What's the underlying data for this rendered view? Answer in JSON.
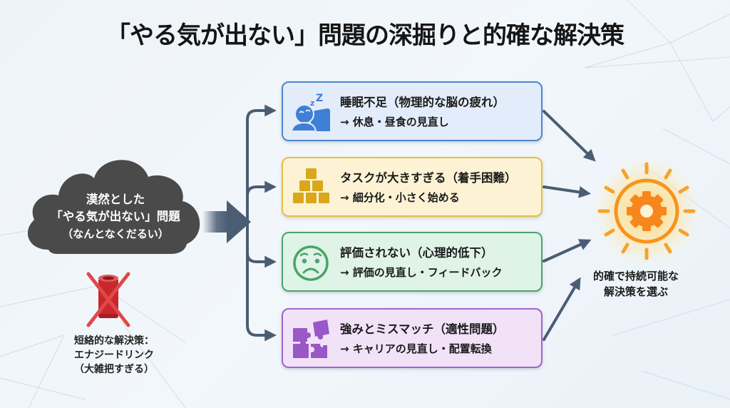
{
  "title": "「やる気が出ない」問題の深掘りと的確な解決策",
  "colors": {
    "arrow": "#4b5d73",
    "cloud": "#4a4a4a",
    "sun": "#f7a229",
    "can_red": "#c8282c",
    "cross_red": "#e0484a"
  },
  "problem": {
    "icon": "cloud-icon",
    "line1": "漠然とした",
    "line2": "「やる気が出ない」問題",
    "line3": "（なんとなくだるい）"
  },
  "short_term": {
    "icon": "crossed-energy-drink-icon",
    "line1": "短絡的な解決策：",
    "line2": "エナジードリンク",
    "line3": "（大雑把すぎる）"
  },
  "causes": [
    {
      "icon": "sleeping-person-icon",
      "title": "睡眠不足（物理的な脳の疲れ）",
      "solution": "→ 休息・昼食の見直し",
      "bg": "#e3ecfa",
      "border": "#4d86d0",
      "icon_color": "#3f7fd6"
    },
    {
      "icon": "stacked-blocks-icon",
      "title": "タスクが大きすぎる（着手困難）",
      "solution": "→ 細分化・小さく始める",
      "bg": "#fdf3d4",
      "border": "#e8be45",
      "icon_color": "#d9a71c"
    },
    {
      "icon": "worried-face-icon",
      "title": "評価されない（心理的低下）",
      "solution": "→ 評価の見直し・フィードバック",
      "bg": "#dff3e6",
      "border": "#4aa46a",
      "icon_color": "#4aa46a"
    },
    {
      "icon": "puzzle-pieces-icon",
      "title": "強みとミスマッチ（適性問題）",
      "solution": "→ キャリアの見直し・配置転換",
      "bg": "#f1e2f8",
      "border": "#a463cf",
      "icon_color": "#9a57c8"
    }
  ],
  "goal": {
    "icon": "sun-gear-icon",
    "line1": "的確で持続可能な",
    "line2": "解決策を選ぶ"
  }
}
